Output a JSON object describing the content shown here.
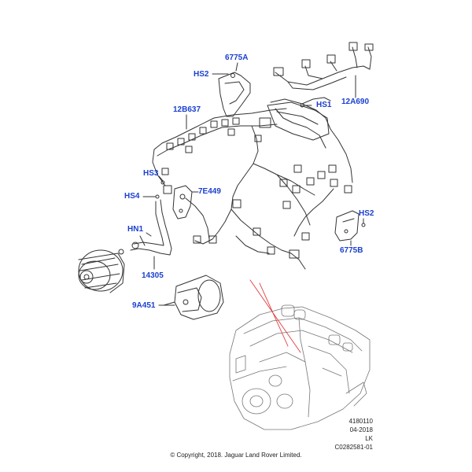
{
  "callouts": {
    "c6775A": "6775A",
    "hs2_top": "HS2",
    "hs1": "HS1",
    "c12A690": "12A690",
    "c12B637": "12B637",
    "hs3": "HS3",
    "hs4": "HS4",
    "c7E449": "7E449",
    "hs2_right": "HS2",
    "hn1": "HN1",
    "c6775B": "6775B",
    "c14305": "14305",
    "c9A451": "9A451"
  },
  "reference": {
    "part_number": "4180110",
    "date": "04-2018",
    "region": "LK",
    "illustration_id": "C0282581-01"
  },
  "copyright": "© Copyright, 2018. Jaguar Land Rover Limited.",
  "colors": {
    "callout": "#1a3fd0",
    "line_art": "#333333",
    "leader_red": "#e23b3b",
    "background": "#ffffff"
  }
}
